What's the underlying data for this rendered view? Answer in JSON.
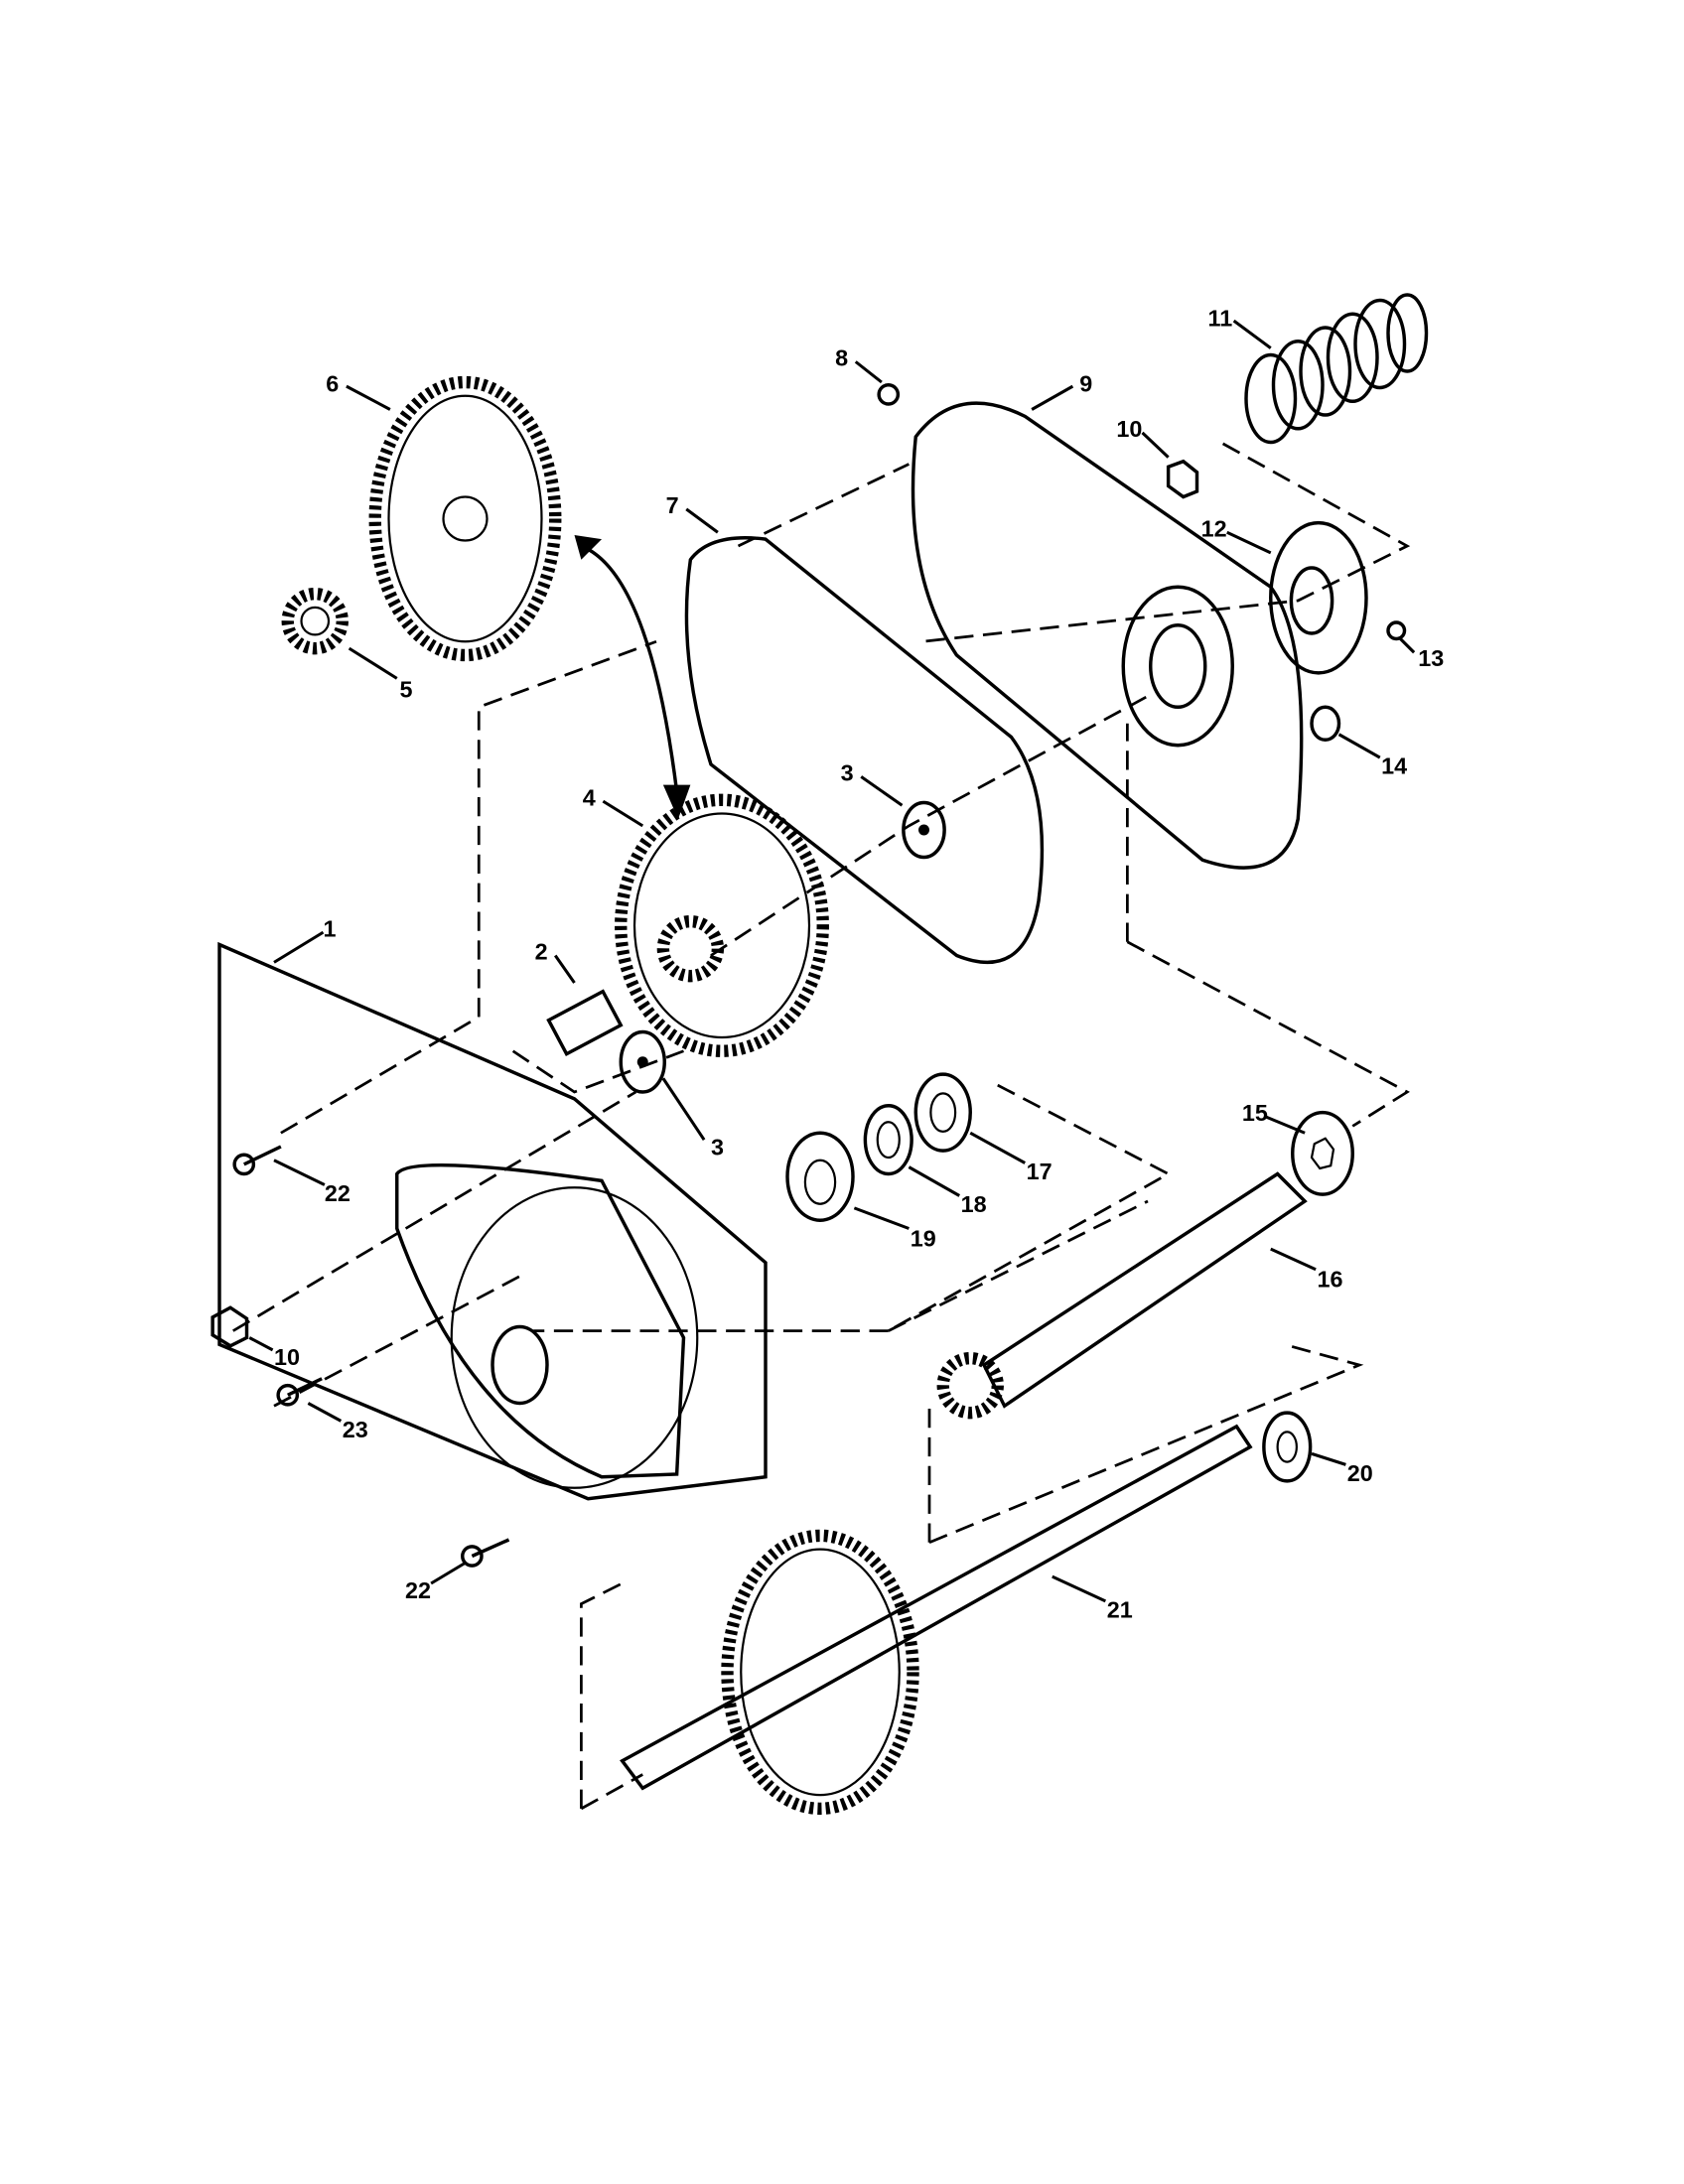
{
  "diagram": {
    "type": "exploded parts view",
    "callouts": [
      "1",
      "2",
      "3",
      "3",
      "4",
      "5",
      "6",
      "7",
      "8",
      "9",
      "10",
      "10",
      "11",
      "12",
      "13",
      "14",
      "15",
      "16",
      "17",
      "18",
      "19",
      "20",
      "21",
      "22",
      "22",
      "23"
    ]
  }
}
